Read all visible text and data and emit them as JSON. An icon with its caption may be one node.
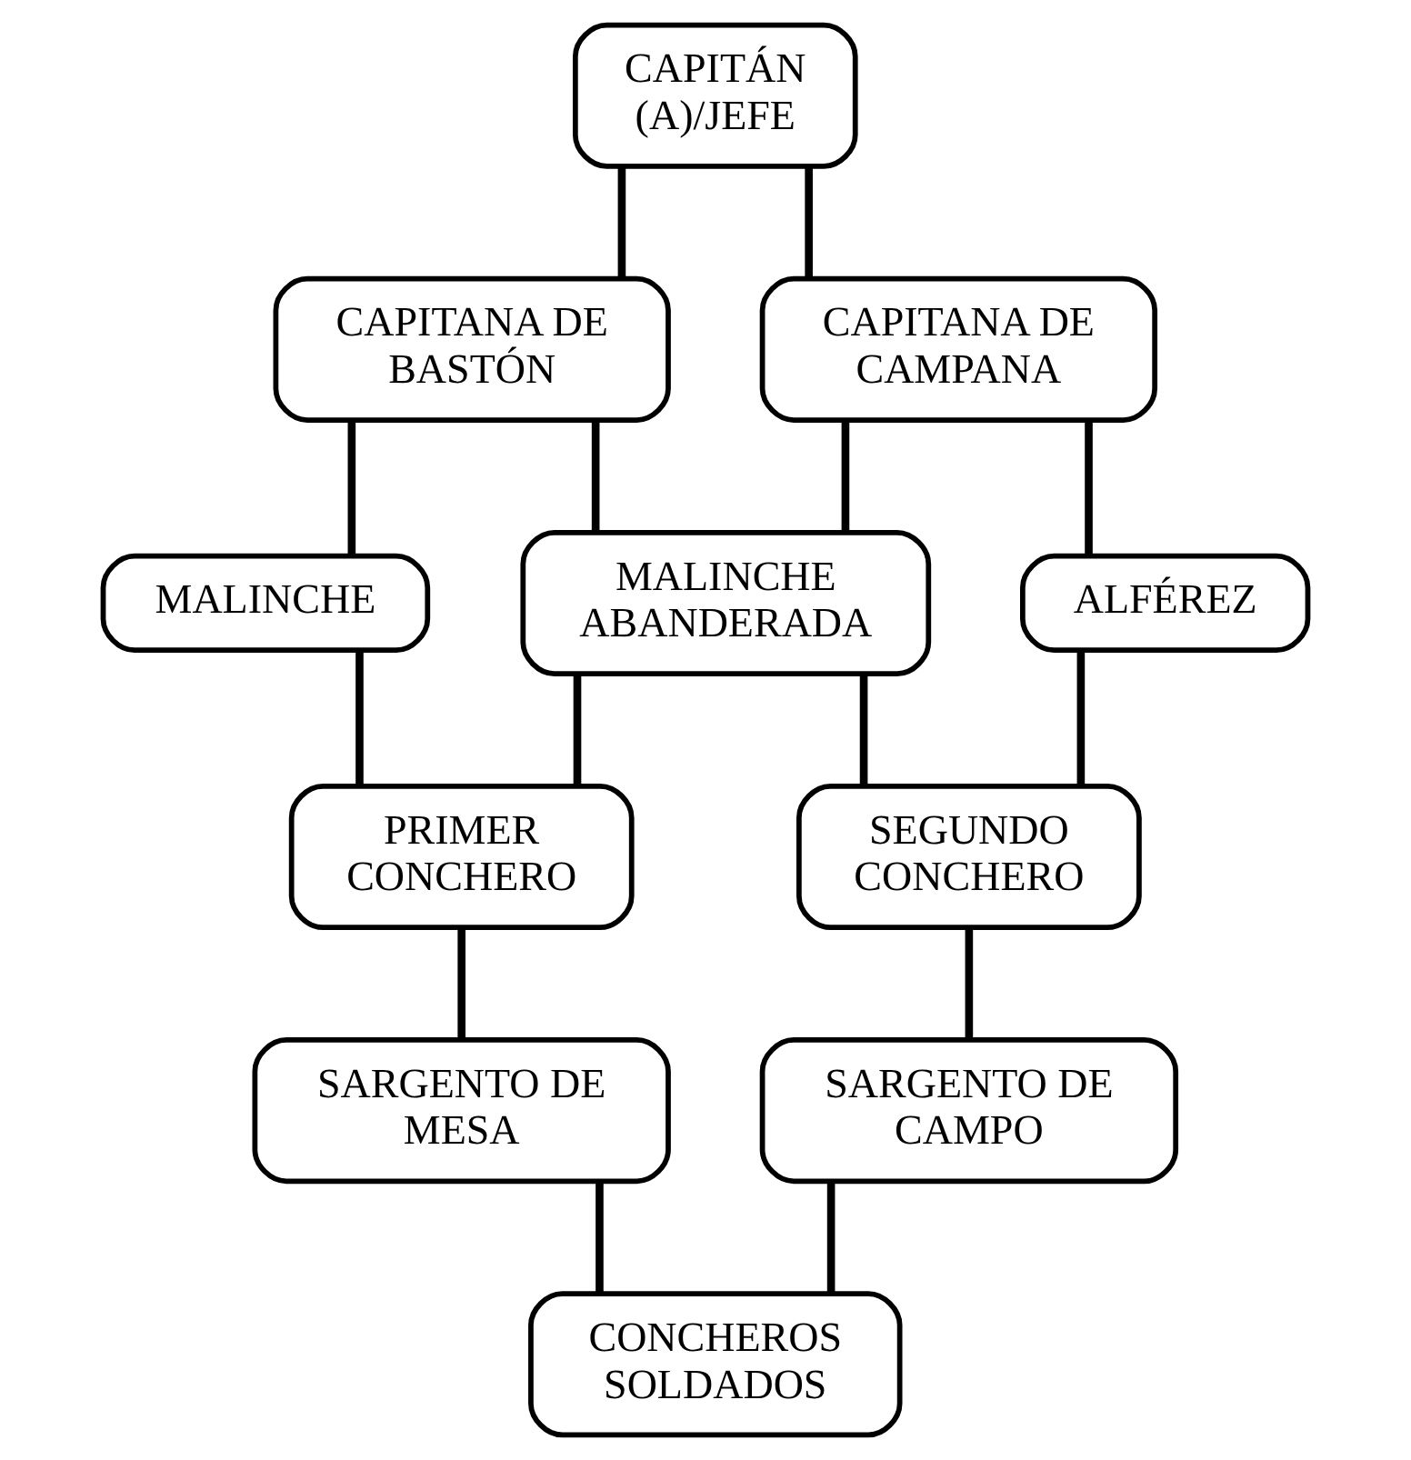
{
  "diagram": {
    "nodes": [
      {
        "text": [
          "CAPITÁN (A)/JEFE"
        ]
      },
      {
        "text": [
          "CAPITANA DE BASTÓN"
        ]
      },
      {
        "text": [
          "CAPITANA DE CAMPANA"
        ]
      },
      {
        "text": [
          "MALINCHE"
        ]
      },
      {
        "text": [
          "MALINCHE ABANDERADA"
        ]
      },
      {
        "text": [
          "ALFÉREZ"
        ]
      },
      {
        "text": [
          "PRIMER CONCHERO"
        ]
      },
      {
        "text": [
          "SEGUNDO CONCHERO"
        ]
      },
      {
        "text": [
          "SARGENTO DE MESA"
        ]
      },
      {
        "text": [
          "SARGENTO DE CAMPO"
        ]
      },
      {
        "text": [
          "CONCHEROS SOLDADOS"
        ]
      }
    ],
    "edges": [
      {
        "from": 0,
        "to": 1,
        "arrow": "none"
      },
      {
        "from": 0,
        "to": 2,
        "arrow": "none"
      },
      {
        "from": 1,
        "to": 3,
        "arrow": "none"
      },
      {
        "from": 1,
        "to": 4,
        "arrow": "none"
      },
      {
        "from": 2,
        "to": 4,
        "arrow": "none"
      },
      {
        "from": 2,
        "to": 5,
        "arrow": "none"
      },
      {
        "from": 3,
        "to": 6,
        "arrow": "none"
      },
      {
        "from": 4,
        "to": 6,
        "arrow": "none"
      },
      {
        "from": 4,
        "to": 7,
        "arrow": "none"
      },
      {
        "from": 5,
        "to": 7,
        "arrow": "none"
      },
      {
        "from": 6,
        "to": 8,
        "arrow": "none"
      },
      {
        "from": 7,
        "to": 9,
        "arrow": "none"
      },
      {
        "from": 8,
        "to": 10,
        "arrow": "none"
      },
      {
        "from": 9,
        "to": 10,
        "arrow": "none"
      }
    ]
  }
}
